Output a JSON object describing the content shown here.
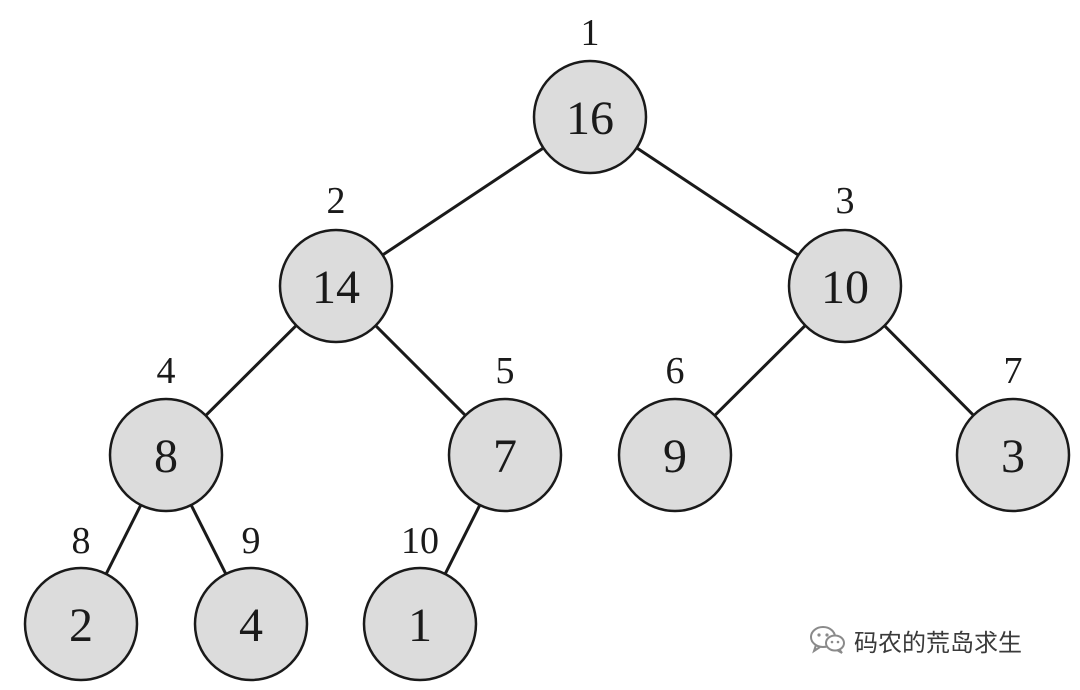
{
  "tree": {
    "nodes": [
      {
        "index": "1",
        "value": "16"
      },
      {
        "index": "2",
        "value": "14"
      },
      {
        "index": "3",
        "value": "10"
      },
      {
        "index": "4",
        "value": "8"
      },
      {
        "index": "5",
        "value": "7"
      },
      {
        "index": "6",
        "value": "9"
      },
      {
        "index": "7",
        "value": "3"
      },
      {
        "index": "8",
        "value": "2"
      },
      {
        "index": "9",
        "value": "4"
      },
      {
        "index": "10",
        "value": "1"
      }
    ],
    "edges": [
      [
        "1",
        "2"
      ],
      [
        "1",
        "3"
      ],
      [
        "2",
        "4"
      ],
      [
        "2",
        "5"
      ],
      [
        "3",
        "6"
      ],
      [
        "3",
        "7"
      ],
      [
        "4",
        "8"
      ],
      [
        "4",
        "9"
      ],
      [
        "5",
        "10"
      ]
    ],
    "node_fill": "#dcdcdc",
    "stroke_color": "#1a1a1a"
  },
  "watermark": {
    "text": "码农的荒岛求生",
    "icon": "wechat-icon"
  }
}
